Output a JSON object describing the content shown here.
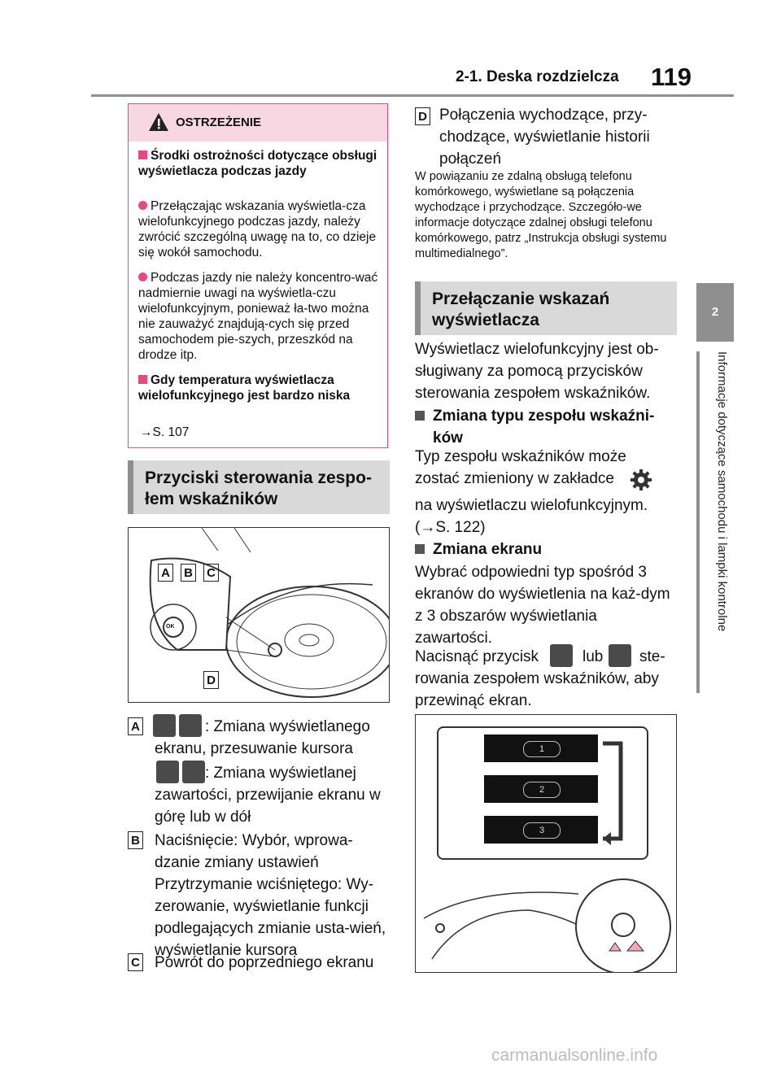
{
  "header": {
    "section": "2-1. Deska rozdzielcza",
    "page": "119"
  },
  "tab": {
    "num": "2",
    "side": "Informacje dotyczące samochodu i lampki kontrolne"
  },
  "warning": {
    "title": "OSTRZEŻENIE",
    "h1": "Środki ostrożności dotyczące obsługi wyświetlacza podczas jazdy",
    "p1": "Przełączając wskazania wyświetla-cza wielofunkcyjnego podczas jazdy, należy zwrócić szczególną uwagę na to, co dzieje się wokół samochodu.",
    "p2": "Podczas jazdy nie należy koncentro-wać nadmiernie uwagi na wyświetla-czu wielofunkcyjnym, ponieważ ła-two można nie zauważyć znajdują-cych się przed samochodem pie-szych, przeszkód na drodze itp.",
    "h2": "Gdy temperatura wyświetlacza wielofunkcyjnego jest bardzo niska",
    "ref": "S. 107"
  },
  "sec1": "Przyciski sterowania zespo-łem wskaźników",
  "fig1": {
    "labels": [
      "A",
      "B",
      "C",
      "D"
    ],
    "ok": "OK"
  },
  "items": {
    "a1": ": Zmiana wyświetlanego ekranu, przesuwanie kursora",
    "a2": ": Zmiana wyświetlanej zawartości, przewijanie ekranu w górę lub w dół",
    "b1": "Naciśnięcie: Wybór, wprowa-dzanie zmiany ustawień",
    "b2": "Przytrzymanie wciśniętego: Wy-zerowanie, wyświetlanie funkcji podlegających zmianie usta-wień, wyświetlanie kursora",
    "c": "Powrót do poprzedniego ekranu",
    "d": "Połączenia wychodzące, przy-chodzące, wyświetlanie historii połączeń",
    "d_note": "W powiązaniu ze zdalną obsługą telefonu komórkowego, wyświetlane są połączenia wychodzące i przychodzące. Szczegóło-we informacje dotyczące zdalnej obsługi telefonu komórkowego, patrz „Instrukcja obsługi systemu multimedialnego”."
  },
  "sec2": "Przełączanie wskazań wyświetlacza",
  "right": {
    "intro": "Wyświetlacz wielofunkcyjny jest ob-sługiwany za pomocą przycisków sterowania zespołem wskaźników.",
    "h1": "Zmiana typu zespołu wskaźni-ków",
    "p1a": "Typ zespołu wskaźników może zostać zmieniony w zakładce",
    "p1b": "na wyświetlaczu wielofunkcyjnym. (→S. 122)",
    "h2": "Zmiana ekranu",
    "p2": "Wybrać odpowiedni typ spośród 3 ekranów do wyświetlenia na każ-dym z 3 obszarów wyświetlania zawartości.",
    "p3a": "Nacisnąć przycisk",
    "p3b": "lub",
    "p3c": "ste-rowania zespołem wskaźników, aby przewinąć ekran."
  },
  "fig2": {
    "screens": [
      "1",
      "2",
      "3"
    ]
  },
  "footer": "carmanualsonline.info"
}
